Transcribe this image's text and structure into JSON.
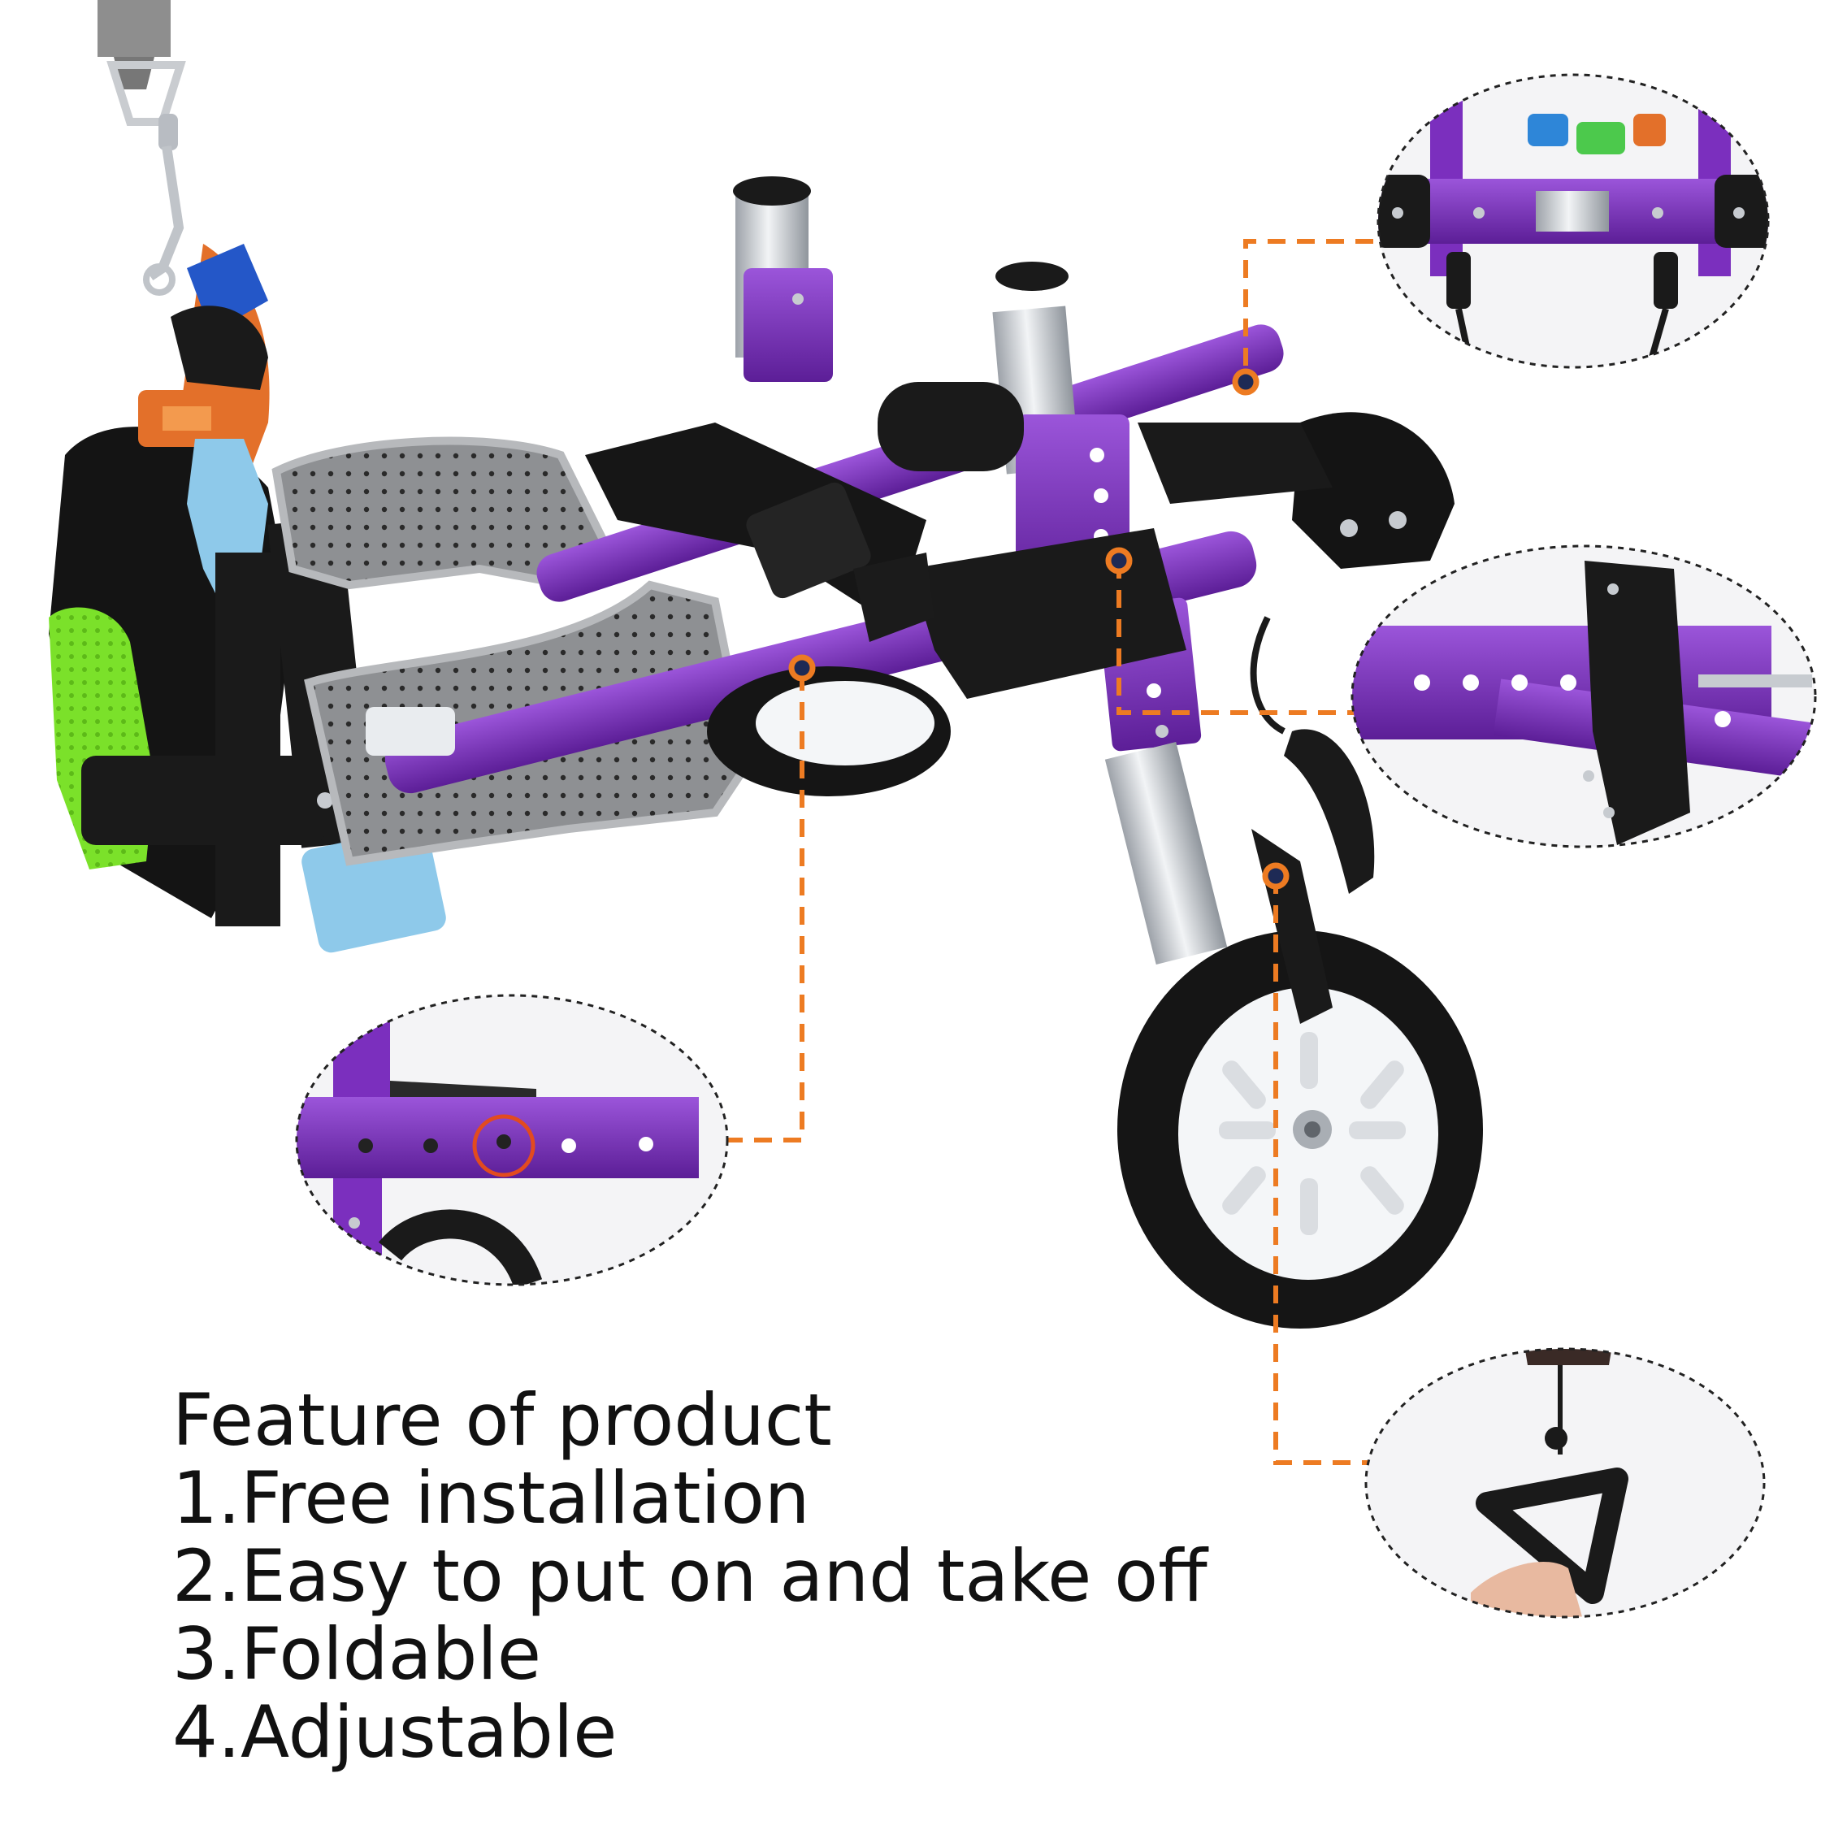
{
  "colors": {
    "accent": "#ED7B22",
    "frame_purple": "#7B2FBE",
    "frame_dark_purple": "#5C1E97",
    "aluminum": "#C8CCD2",
    "padding_gray": "#8A8C8F",
    "strap_black": "#1A1A1A",
    "buckle_blue": "#8EC9EA",
    "mesh_green": "#7BE12A",
    "tire_black": "#151515",
    "hub_white": "#F4F6F8"
  },
  "features": {
    "title": "Feature of product",
    "items": [
      "1.Free installation",
      "2.Easy to put on and take off",
      "3.Foldable",
      "4.Adjustable"
    ]
  },
  "callouts": [
    {
      "name": "callout-rear-crossbar",
      "icon": "rear-crossbar-hooks-closeup"
    },
    {
      "name": "callout-height-holes",
      "icon": "leg-height-adjust-closeup"
    },
    {
      "name": "callout-length-holes",
      "icon": "frame-length-holes-closeup"
    },
    {
      "name": "callout-pull-handle",
      "icon": "pull-handle-closeup"
    }
  ]
}
